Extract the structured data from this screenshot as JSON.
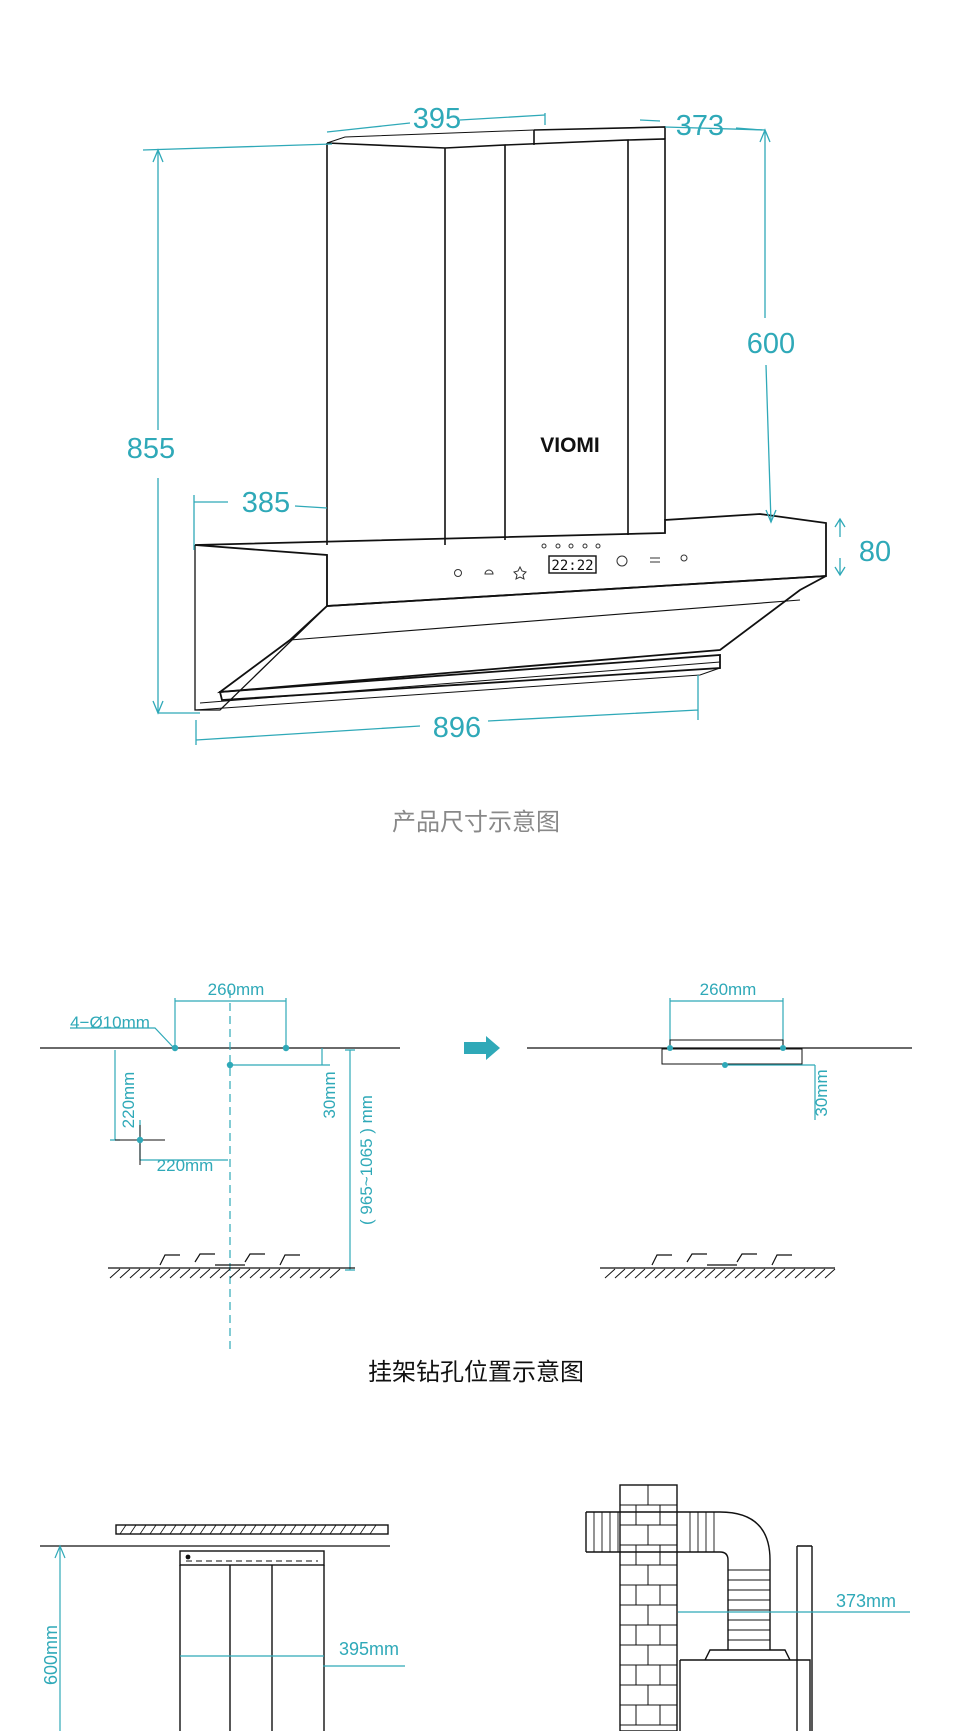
{
  "section1": {
    "dims": {
      "top_width": "395",
      "depth": "373",
      "total_height": "855",
      "chimney_height": "600",
      "chimney_offset": "385",
      "panel_height": "80",
      "width": "896"
    },
    "brand": "VIOMI",
    "display_time": "22:22",
    "caption": "产品尺寸示意图"
  },
  "section2": {
    "hole_spacing_left": "260mm",
    "hole_spec": "4−Ø10mm",
    "vertical_offset": "220mm",
    "horizontal_offset": "220mm",
    "bracket_drop_left": "30mm",
    "install_height": "( 965~1065 ) mm",
    "hole_spacing_right": "260mm",
    "bracket_drop_right": "30mm",
    "caption": "挂架钻孔位置示意图"
  },
  "section3": {
    "height_label": "600mm",
    "width_label": "395mm",
    "depth_label": "373mm"
  },
  "colors": {
    "dimension": "#2fa9b8",
    "line": "#111111",
    "caption": "#888888"
  }
}
